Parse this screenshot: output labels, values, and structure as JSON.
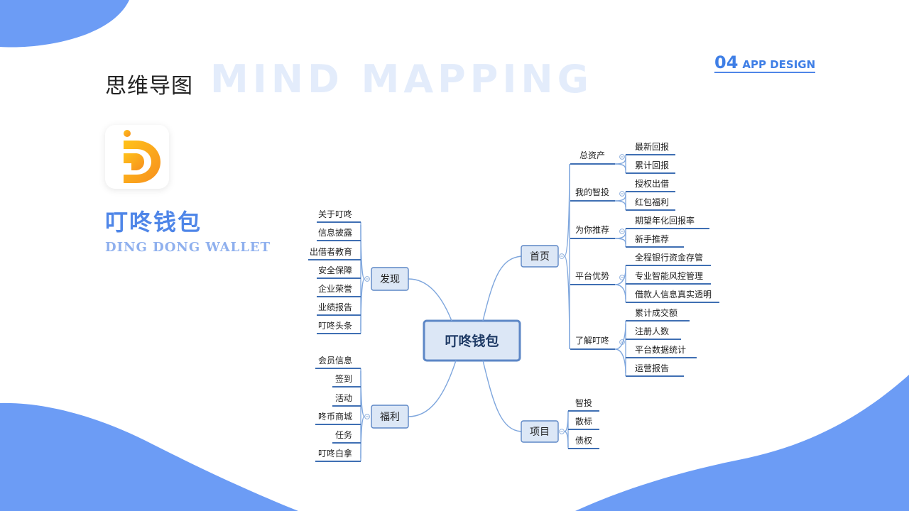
{
  "header": {
    "title_cn": "思维导图",
    "title_en": "MIND MAPPING",
    "section_number": "04",
    "section_label": "APP DESIGN"
  },
  "app": {
    "name_cn": "叮咚钱包",
    "name_en": "DING DONG WALLET",
    "logo_icon": "ding-dong-d-logo"
  },
  "colors": {
    "accent": "#4f86e8",
    "blob": "#6c9cf5",
    "node_fill": "#dce7f6",
    "node_border": "#5d87c6",
    "line": "#7ea6dd",
    "underline": "#3f6fb3",
    "logo_orange": "#f7a21c"
  },
  "mindmap": {
    "root": "叮咚钱包",
    "branches": [
      {
        "label": "首页",
        "children": [
          {
            "label": "总资产",
            "children": [
              "最新回报",
              "累计回报"
            ]
          },
          {
            "label": "我的智投",
            "children": [
              "授权出借",
              "红包福利"
            ]
          },
          {
            "label": "为你推荐",
            "children": [
              "期望年化回报率",
              "新手推荐"
            ]
          },
          {
            "label": "平台优势",
            "children": [
              "全程银行资金存管",
              "专业智能风控管理",
              "借款人信息真实透明"
            ]
          },
          {
            "label": "了解叮咚",
            "children": [
              "累计成交额",
              "注册人数",
              "平台数据统计",
              "运营报告"
            ]
          }
        ]
      },
      {
        "label": "项目",
        "children": [
          {
            "label": "智投",
            "children": []
          },
          {
            "label": "散标",
            "children": []
          },
          {
            "label": "债权",
            "children": []
          }
        ]
      },
      {
        "label": "发现",
        "children": [
          {
            "label": "关于叮咚",
            "children": []
          },
          {
            "label": "信息披露",
            "children": []
          },
          {
            "label": "出借者教育",
            "children": []
          },
          {
            "label": "安全保障",
            "children": []
          },
          {
            "label": "企业荣誉",
            "children": []
          },
          {
            "label": "业绩报告",
            "children": []
          },
          {
            "label": "叮咚头条",
            "children": []
          }
        ]
      },
      {
        "label": "福利",
        "children": [
          {
            "label": "会员信息",
            "children": []
          },
          {
            "label": "签到",
            "children": []
          },
          {
            "label": "活动",
            "children": []
          },
          {
            "label": "咚币商城",
            "children": []
          },
          {
            "label": "任务",
            "children": []
          },
          {
            "label": "叮咚白拿",
            "children": []
          }
        ]
      }
    ]
  }
}
